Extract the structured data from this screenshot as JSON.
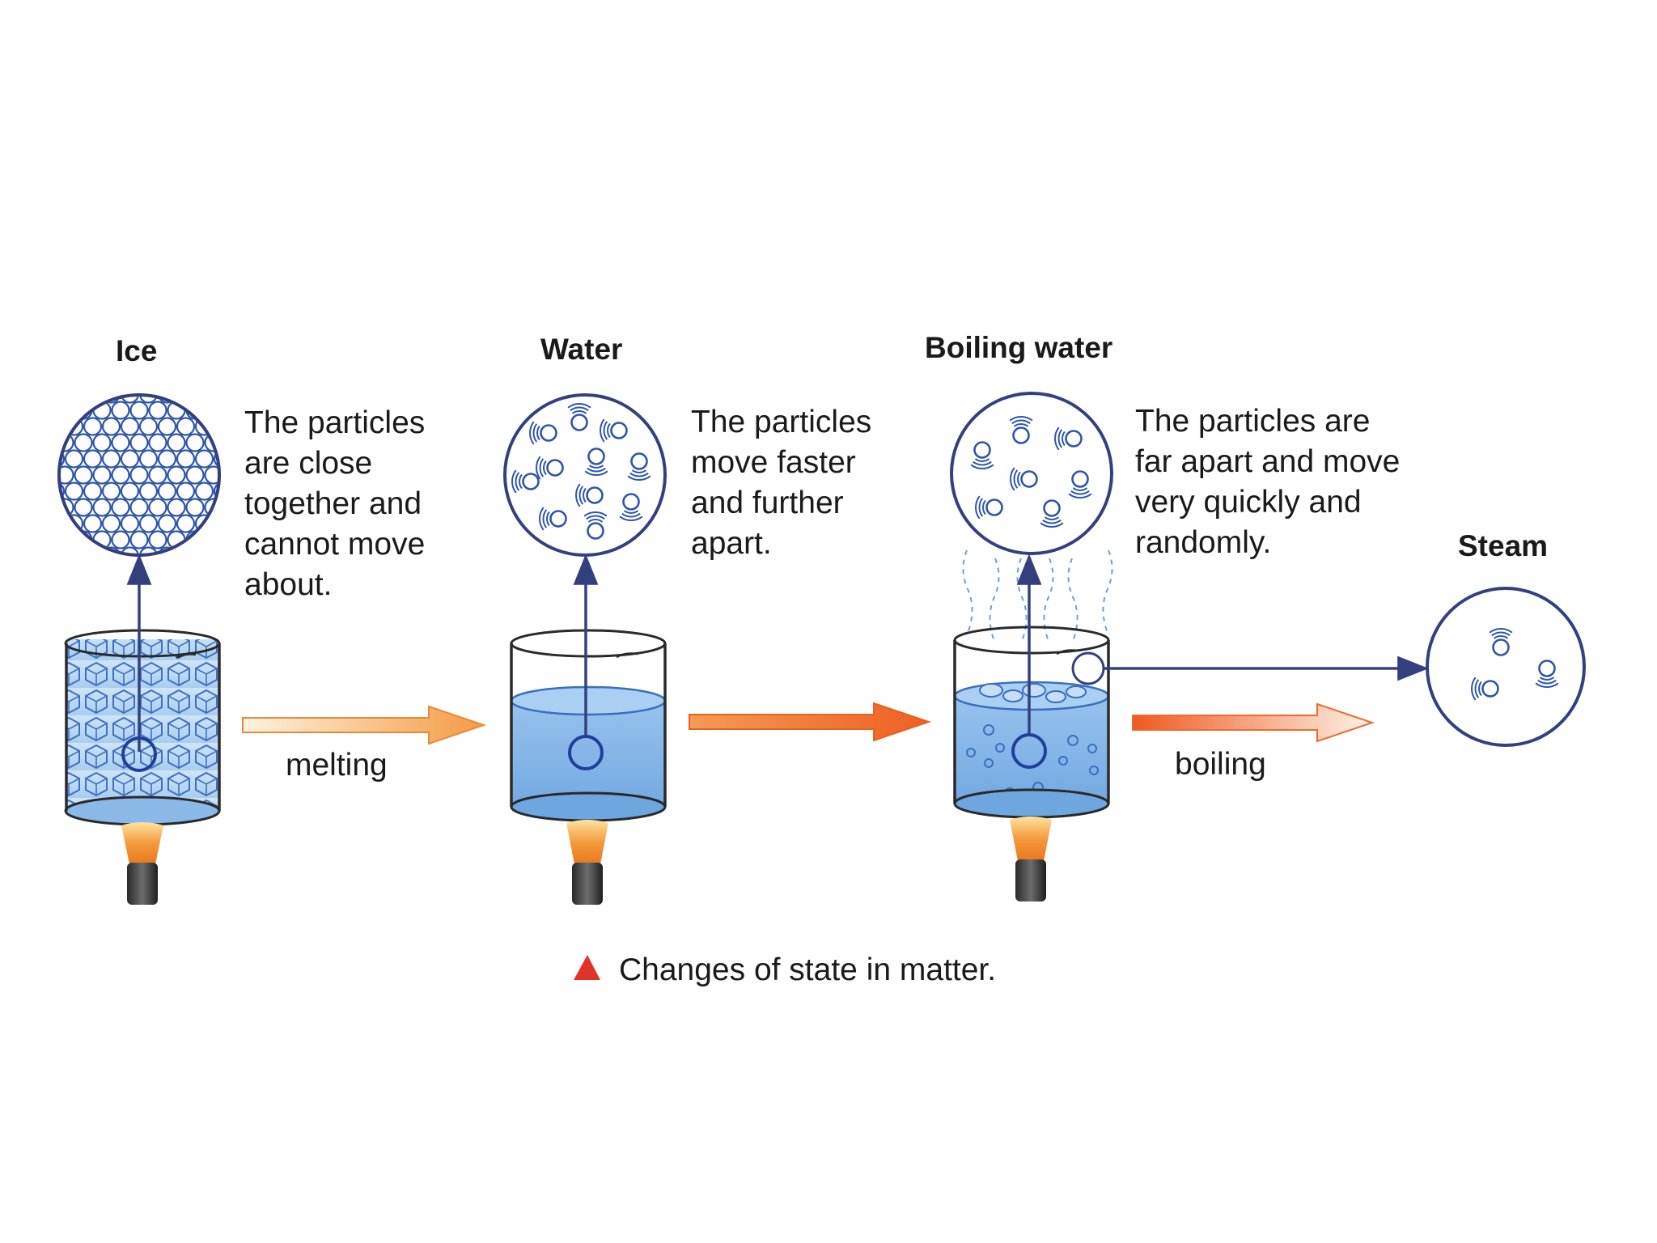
{
  "stages": [
    {
      "title": "Ice",
      "description": [
        "The particles",
        "are close",
        "together and",
        "cannot move",
        "about."
      ]
    },
    {
      "title": "Water",
      "description": [
        "The particles",
        "move faster",
        "and further",
        "apart."
      ]
    },
    {
      "title": "Boiling water",
      "description": [
        "The particles are",
        "far apart and move",
        "very quickly and",
        "randomly."
      ]
    },
    {
      "title": "Steam",
      "description": []
    }
  ],
  "transitions": {
    "melting": "melting",
    "boiling": "boiling"
  },
  "caption": "Changes of state in matter.",
  "colors": {
    "outline": "#33407f",
    "particle": "#2f56a8",
    "water": "#7fb2e6",
    "arrow_orange": "#f07c2a",
    "arrow_light": "#f8c89a",
    "caption_marker": "#e0342b"
  }
}
